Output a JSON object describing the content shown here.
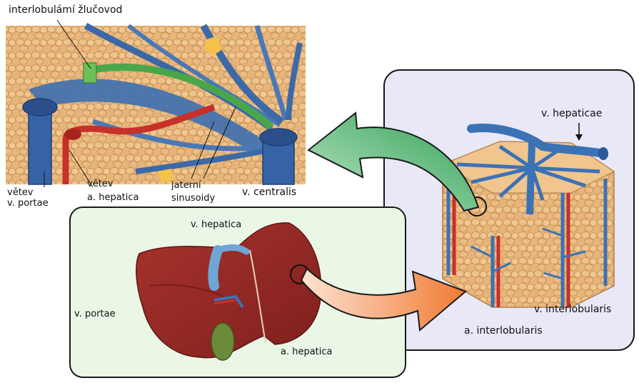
{
  "labels": {
    "interlobular_duct": "interlobulámí žlučovod",
    "portal_branch_1": "větev",
    "portal_branch_2": "v. portae",
    "hepatic_branch_1": "větev",
    "hepatic_branch_2": "a. hepatica",
    "sinusoids_1": "jaterní",
    "sinusoids_2": "sinusoidy",
    "central_vein": "v. centralis",
    "hepatic_veins": "v. hepaticae",
    "liver_hepatic_vein": "v. hepatica",
    "liver_portal_vein": "v. portae",
    "liver_hepatic_artery": "a. hepatica",
    "interlobular_vein": "v. interlobularis",
    "interlobular_artery": "a. interlobularis"
  },
  "colors": {
    "panel_right_bg": "#e8e8f6",
    "panel_liver_bg": "#eaf6e6",
    "lobule_tissue": "#e8b878",
    "vein_blue": "#3a6fb0",
    "artery_red": "#c8302a",
    "bile_green": "#5aa64a",
    "liver_red": "#9a2a26",
    "arrow_green": "#3fae63",
    "arrow_orange": "#f08a4a"
  }
}
